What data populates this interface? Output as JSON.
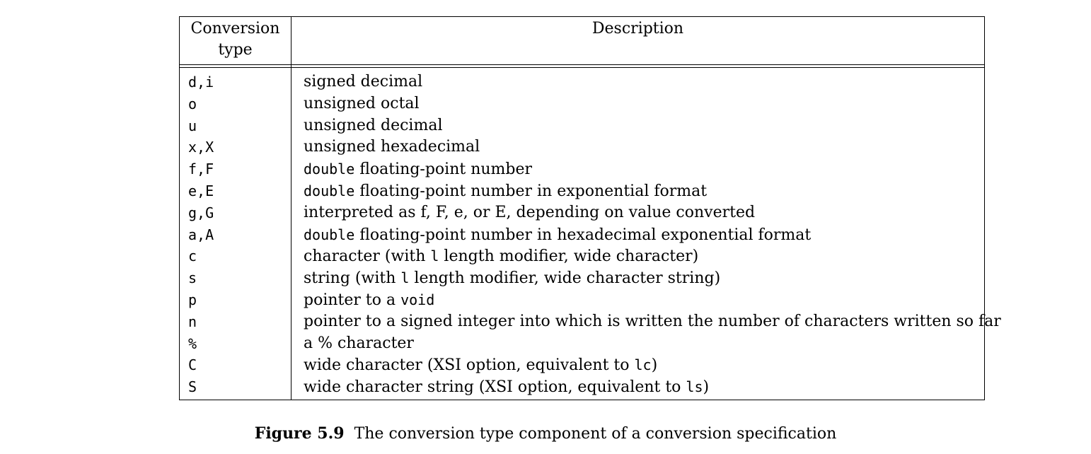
{
  "table": {
    "headers": {
      "type_line1": "Conversion",
      "type_line2": "type",
      "description": "Description"
    },
    "rows": [
      {
        "code": "d,i",
        "desc": [
          {
            "text": "signed decimal"
          }
        ]
      },
      {
        "code": "o",
        "desc": [
          {
            "text": "unsigned octal"
          }
        ]
      },
      {
        "code": "u",
        "desc": [
          {
            "text": "unsigned decimal"
          }
        ]
      },
      {
        "code": "x,X",
        "desc": [
          {
            "text": "unsigned hexadecimal"
          }
        ]
      },
      {
        "code": "f,F",
        "desc": [
          {
            "text": "double",
            "mono": true
          },
          {
            "text": " floating-point number"
          }
        ]
      },
      {
        "code": "e,E",
        "desc": [
          {
            "text": "double",
            "mono": true
          },
          {
            "text": " floating-point number in exponential format"
          }
        ]
      },
      {
        "code": "g,G",
        "desc": [
          {
            "text": "interpreted as f, F, e, or E, depending on value converted"
          }
        ]
      },
      {
        "code": "a,A",
        "desc": [
          {
            "text": "double",
            "mono": true
          },
          {
            "text": " floating-point number in hexadecimal exponential format"
          }
        ]
      },
      {
        "code": "c",
        "desc": [
          {
            "text": "character (with "
          },
          {
            "text": "l",
            "mono": true
          },
          {
            "text": " length modifier, wide character)"
          }
        ]
      },
      {
        "code": "s",
        "desc": [
          {
            "text": "string (with "
          },
          {
            "text": "l",
            "mono": true
          },
          {
            "text": " length modifier, wide character string)"
          }
        ]
      },
      {
        "code": "p",
        "desc": [
          {
            "text": "pointer to a "
          },
          {
            "text": "void",
            "mono": true
          }
        ]
      },
      {
        "code": "n",
        "desc": [
          {
            "text": "pointer to a signed integer into which is written the number of characters written so far"
          }
        ]
      },
      {
        "code": "%",
        "desc": [
          {
            "text": "a % character"
          }
        ]
      },
      {
        "code": "C",
        "desc": [
          {
            "text": "wide character (XSI option, equivalent to "
          },
          {
            "text": "lc",
            "mono": true
          },
          {
            "text": ")"
          }
        ]
      },
      {
        "code": "S",
        "desc": [
          {
            "text": "wide character string (XSI option, equivalent to "
          },
          {
            "text": "ls",
            "mono": true
          },
          {
            "text": ")"
          }
        ]
      }
    ]
  },
  "caption": {
    "label": "Figure 5.9",
    "text": "The conversion type component of a conversion specification"
  }
}
